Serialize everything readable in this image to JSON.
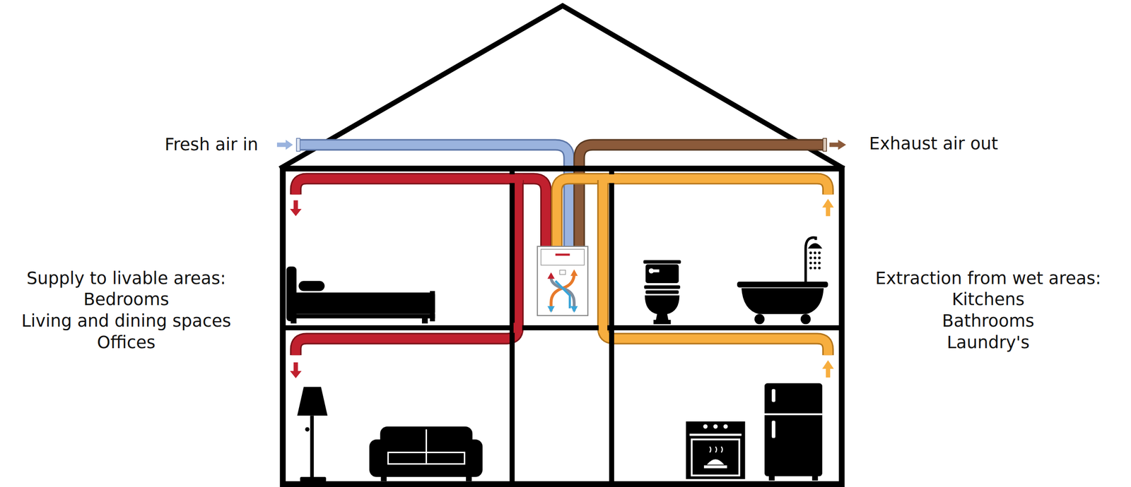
{
  "diagram": {
    "labels": [
      "Fresh air in",
      "Exhaust air out",
      "Supply to livable areas:",
      "Bedrooms",
      "Living and dining spaces",
      "Offices",
      "Extraction from wet areas:",
      "Kitchens",
      "Bathrooms",
      "Laundry's"
    ]
  }
}
